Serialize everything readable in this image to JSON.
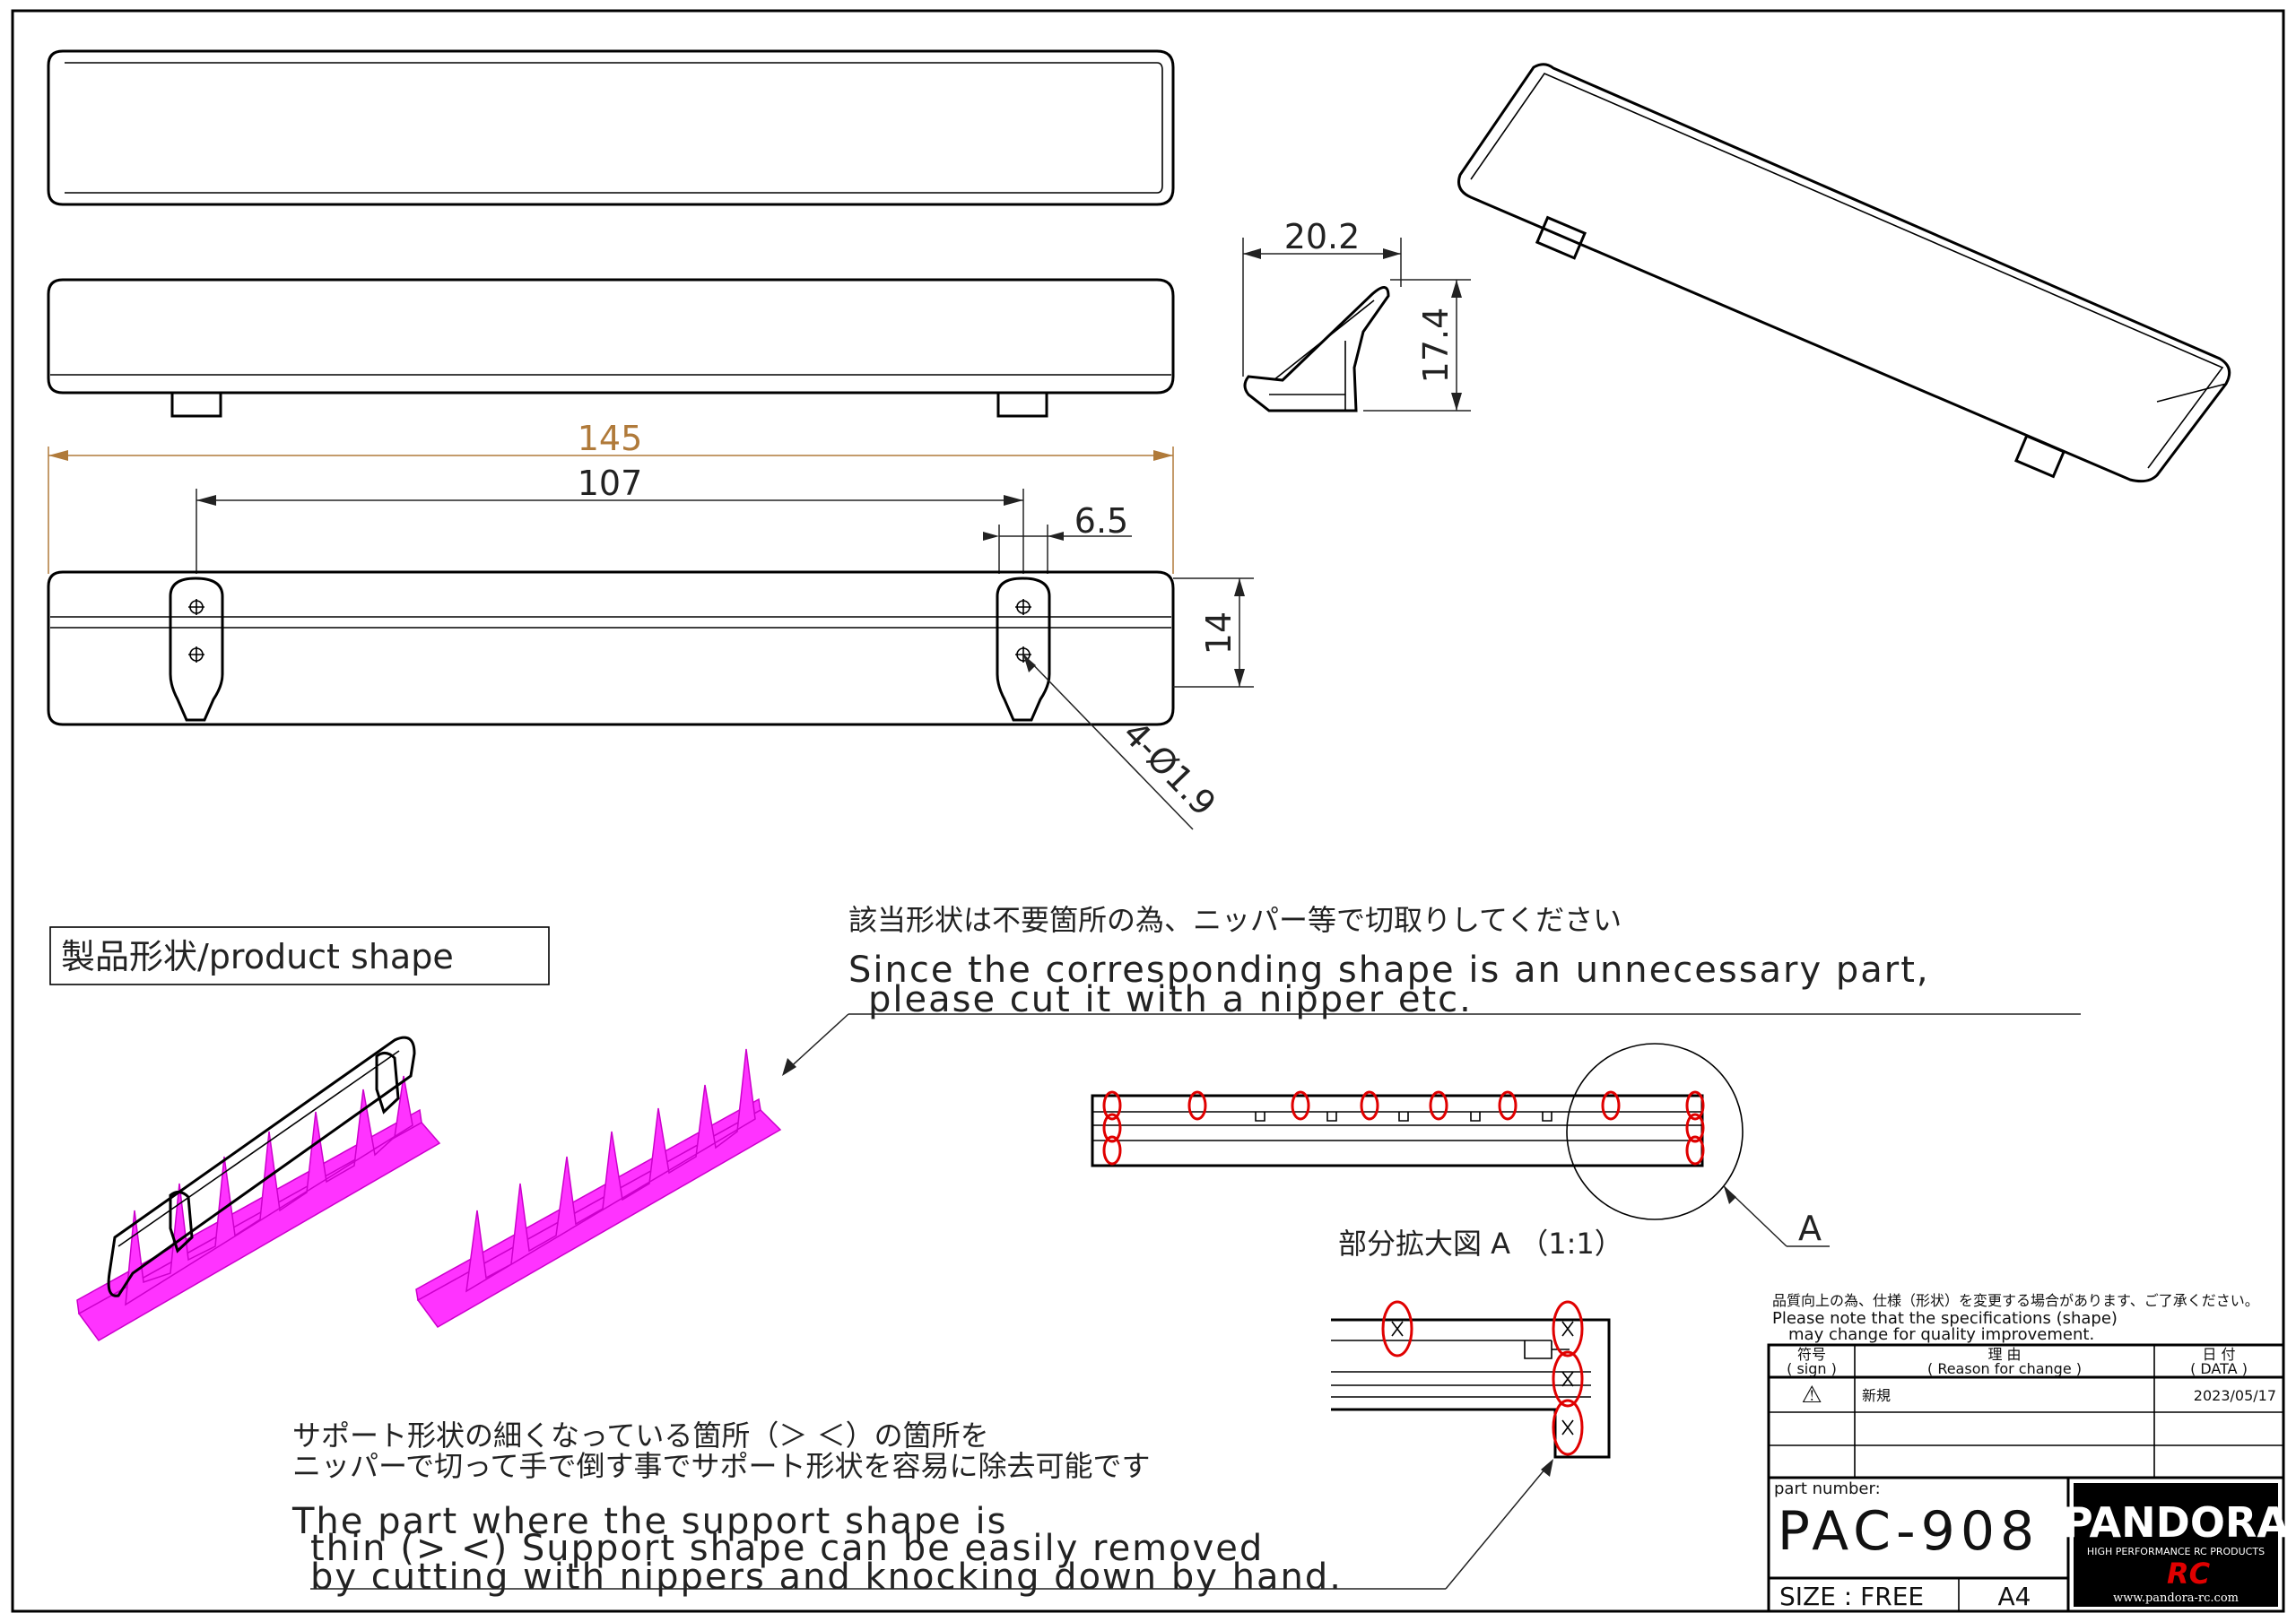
{
  "dimensions": {
    "overall_length": "145",
    "hole_spacing": "107",
    "boss_width": "6.5",
    "height_14": "14",
    "side_width": "20.2",
    "side_height": "17.4",
    "holes": "4-Ø1.9"
  },
  "labels": {
    "product_shape": "製品形状/product shape",
    "cut_note_jp": "該当形状は不要箇所の為、ニッパー等で切取りしてください",
    "cut_note_en_1": "Since the corresponding shape is an unnecessary part,",
    "cut_note_en_2": "please cut it with a nipper etc.",
    "detail_title": "部分拡大図 A （1:1）",
    "detail_marker": "A",
    "support_jp_1": "サポート形状の細くなっている箇所（＞ ＜）の箇所を",
    "support_jp_2": "ニッパーで切って手で倒す事でサポート形状を容易に除去可能です",
    "support_en_1": "The part where the support shape is",
    "support_en_2": "thin (> <) Support shape can be easily removed",
    "support_en_3": "by cutting with nippers and knocking down by hand."
  },
  "title_block": {
    "notice_jp": "品質向上の為、仕様（形状）を変更する場合があります、ご了承ください。",
    "notice_en_1": "Please note that the specifications (shape)",
    "notice_en_2": "may change for quality improvement.",
    "col_sign_jp": "符号",
    "col_sign_en": "( sign )",
    "col_reason_jp": "理 由",
    "col_reason_en": "( Reason for change )",
    "col_date_jp": "日 付",
    "col_date_en": "( DATA )",
    "rev_sign": "⚠",
    "rev_reason": "新規",
    "rev_date": "2023/05/17",
    "part_number_label": "part number:",
    "part_number": "PAC-908",
    "size_label": "SIZE : FREE",
    "paper": "A4",
    "logo_text": "PANDORA",
    "logo_sub": "HIGH PERFORMANCE RC PRODUCTS",
    "logo_rc": "RC",
    "logo_url": "www.pandora-rc.com"
  },
  "colors": {
    "support_magenta": "#ff33ff",
    "marker_red": "#e00000",
    "dim_145": "#b07a3a"
  }
}
